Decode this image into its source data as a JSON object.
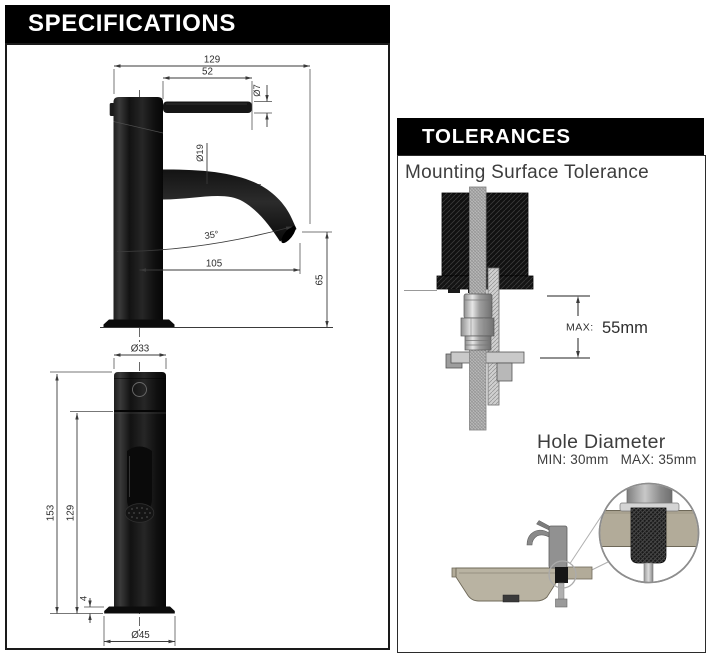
{
  "spec": {
    "title": "SPECIFICATIONS",
    "side": {
      "overall": "129",
      "handle_len": "52",
      "handle_dia": "Ø7",
      "spout_dia": "Ø19",
      "angle": "35°",
      "reach": "105",
      "outlet_h": "65"
    },
    "front": {
      "body_dia": "Ø33",
      "total_h": "153",
      "upper_h": "129",
      "base_t": "4",
      "base_dia": "Ø45"
    }
  },
  "tol": {
    "title": "TOLERANCES",
    "mounting_heading": "Mounting Surface Tolerance",
    "max_label": "MAX:",
    "max_value": "55mm",
    "hole_heading": "Hole Diameter",
    "hole_min": "MIN: 30mm",
    "hole_max": "MAX: 35mm"
  },
  "colors": {
    "header_bg": "#000000",
    "header_text": "#ffffff",
    "line_ink": "#3a3a3a",
    "counter_tan": "#b2ab99",
    "fixture_black": "#101010",
    "metal_gray": "#9e9e9e"
  }
}
